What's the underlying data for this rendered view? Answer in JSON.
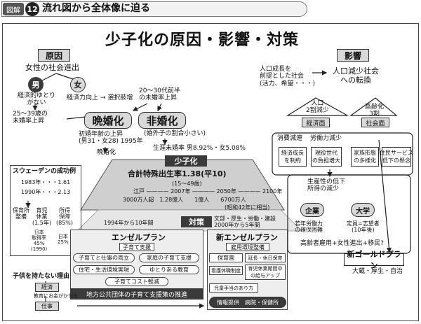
{
  "header": {
    "badge_label": "図解",
    "badge_number": "12",
    "title": "流れ図から全体像に迫る"
  },
  "main_title": "少子化の原因・影響・対策",
  "cause": {
    "label": "原因",
    "women_social": "女性の社会進出",
    "male": "男",
    "female": "女",
    "male_text": "経済的ゆとり\nがない",
    "female_text": "経済力向上 → 選択肢増",
    "age_text": "20〜30代前半\nの未婚率上昇",
    "age25": "25〜39歳の\n未婚率上昇",
    "late_marriage": "晩婚化",
    "no_marriage": "非婚化",
    "late_sub": "初婚年齢の上昇\n(男31・女28) 1995年",
    "late_sub2": "晩婚化",
    "non_sub": "(婚外子の割合小さい)",
    "lifetime": "生涯未婚率 男8.92%・女5.08%"
  },
  "influence": {
    "label": "影響",
    "population_growth": "人口成長を\n前提とした社会\n(活力、希望・・・)",
    "decline_society": "人口減少社会\nへの転換",
    "pop_house": "人口\n2割減少",
    "aging_house": "高齢化\n3割",
    "economy": "経済面",
    "society": "社会面",
    "consumption": "消費減速",
    "labor": "労働力減少",
    "growth_limit": "経済成長\nを制約",
    "burden": "現役世代\nの負担増大",
    "family": "家族形態\nの多様化",
    "welfare": "住民サービス\n低下の懸念",
    "productivity": "生産性の低下\n所得の減少",
    "company": "企業",
    "university": "大学",
    "company_text": "若年労働力\nの確保困難",
    "university_text": "定員=志望者\n(10年後)",
    "elderly": "高齢者雇用+女性進出+移民?"
  },
  "sweden": {
    "title": "スウェーデンの成功例",
    "y1983": "1983年・・・1.61",
    "y1990": "1990年・・・2.13",
    "col1": "保育所\n整備",
    "col2": "育児\n休業\n(1.5年)",
    "col3": "所得\n保障\n(85%)",
    "japan": "日本\n取得率\n45%\n(1990)",
    "japan2": "日本\n25%"
  },
  "fertility": {
    "header": "少子化",
    "rate": "合計特殊出生率1.38(平10)",
    "rate_sub": "(15〜49歳)",
    "timeline": "江戸 ———— 2007年 ———— 2050年 ———— 2100年",
    "pop_values": "3000万人超　1.28億人　　1億人　　6700万人",
    "note": "(昭和42年に相当)"
  },
  "measures": {
    "label": "対策",
    "angel_period": "1994年から10年間",
    "new_angel_period": "文部・厚生・労働・建設\n2000年から5年間",
    "angel": "エンゼルプラン",
    "new_angel": "新エンゼルプラン",
    "angel_support": "子育て支援",
    "angel_items": [
      "子育てと仕事の両立",
      "家庭の子育て支援",
      "住宅・生活環境実現",
      "ゆとりある教育",
      "子育てコスト軽減"
    ],
    "angel_footer": "地方公共団体の子育て支援策の推進",
    "new_header": "雇用環境整備",
    "new_items": [
      "保育園",
      "延長・休日保育",
      "看護休職制度",
      "育児休業期間中\nの給与アップ",
      "児童手当のあり方"
    ],
    "new_footer": "情報提供　病院・保健所",
    "gold": "新ゴールドプラン",
    "gold_sub": "大蔵・厚生・自治"
  },
  "childless": {
    "title": "子供を持たない理由",
    "economy": "経済",
    "economy_text": "教育にお金がかかる",
    "work": "仕事"
  }
}
